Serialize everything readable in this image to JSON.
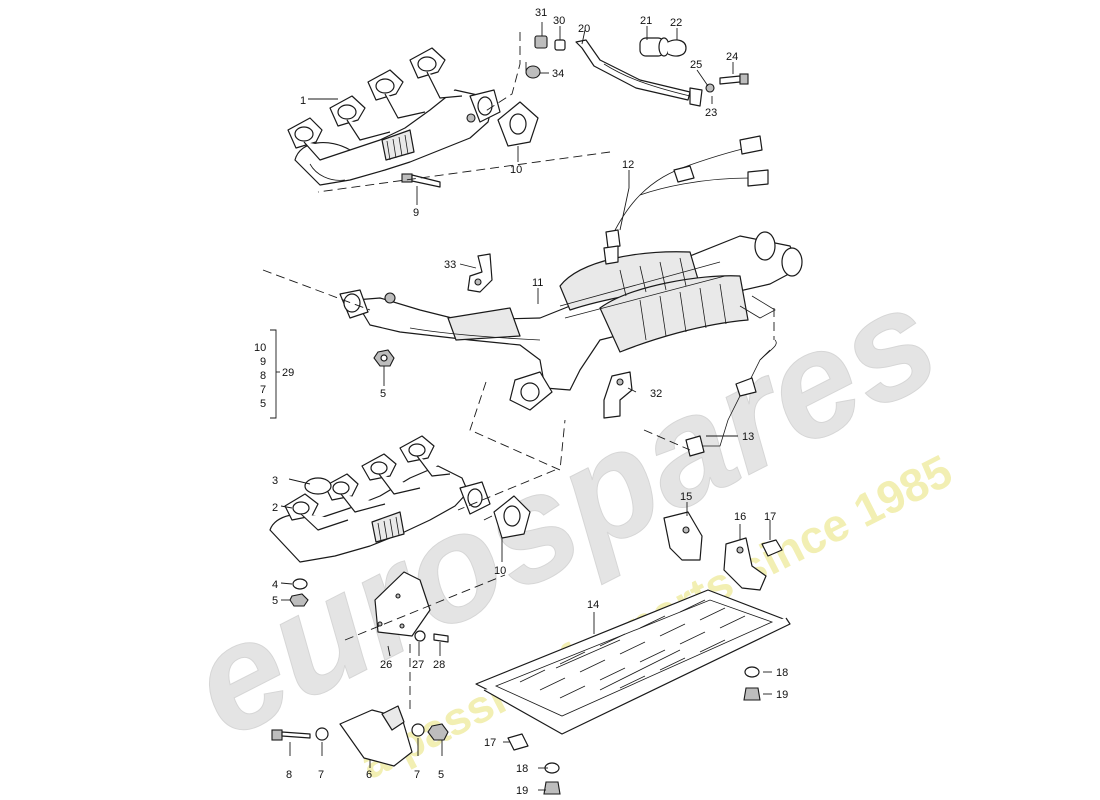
{
  "watermark": {
    "brand": "eurospares",
    "tagline": "a passion for parts since 1985",
    "brand_color": "#e4e4e4",
    "tagline_color": "#f2efb3"
  },
  "callouts": [
    "1",
    "2",
    "3",
    "4",
    "5",
    "5",
    "5",
    "6",
    "7",
    "7",
    "8",
    "9",
    "10",
    "10",
    "11",
    "12",
    "13",
    "14",
    "15",
    "16",
    "17",
    "17",
    "18",
    "18",
    "19",
    "19",
    "20",
    "21",
    "22",
    "23",
    "24",
    "25",
    "26",
    "27",
    "28",
    "29",
    "30",
    "31",
    "32",
    "33",
    "34"
  ],
  "bracket_list": [
    "10",
    "9",
    "8",
    "7",
    "5"
  ],
  "bracket_label": "29"
}
